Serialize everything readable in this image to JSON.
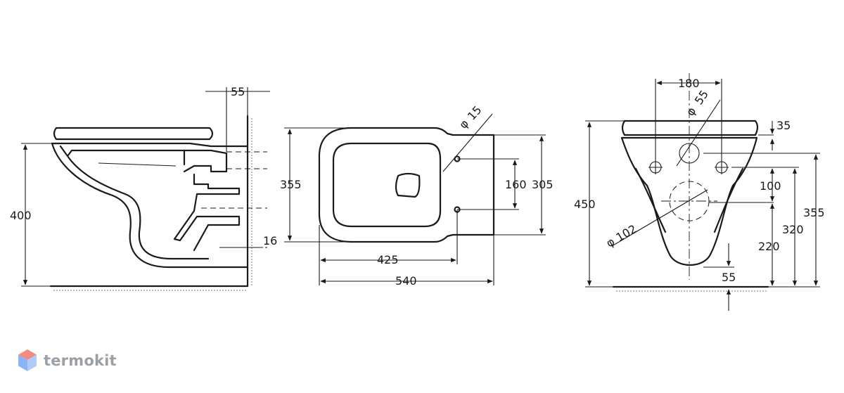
{
  "side_view": {
    "dims": {
      "top_offset": "55",
      "height": "400",
      "pipe_offset": "16"
    }
  },
  "top_view": {
    "dims": {
      "depth": "355",
      "hole_diameter": "15",
      "hole_spacing": "160",
      "back_width": "305",
      "length_to_holes": "425",
      "length": "540"
    }
  },
  "front_view": {
    "dims": {
      "bolt_spacing": "180",
      "inlet_diameter": "55",
      "seat_gap": "35",
      "height": "450",
      "bolt_height": "100",
      "outlet_diameter": "102",
      "level_355": "355",
      "level_320": "320",
      "level_220": "220",
      "bottom_offset": "55"
    }
  },
  "brand": {
    "name": "termokit",
    "colors": {
      "top": "#f28b82",
      "left": "#8ab4f8",
      "right": "#aecbfa"
    }
  }
}
